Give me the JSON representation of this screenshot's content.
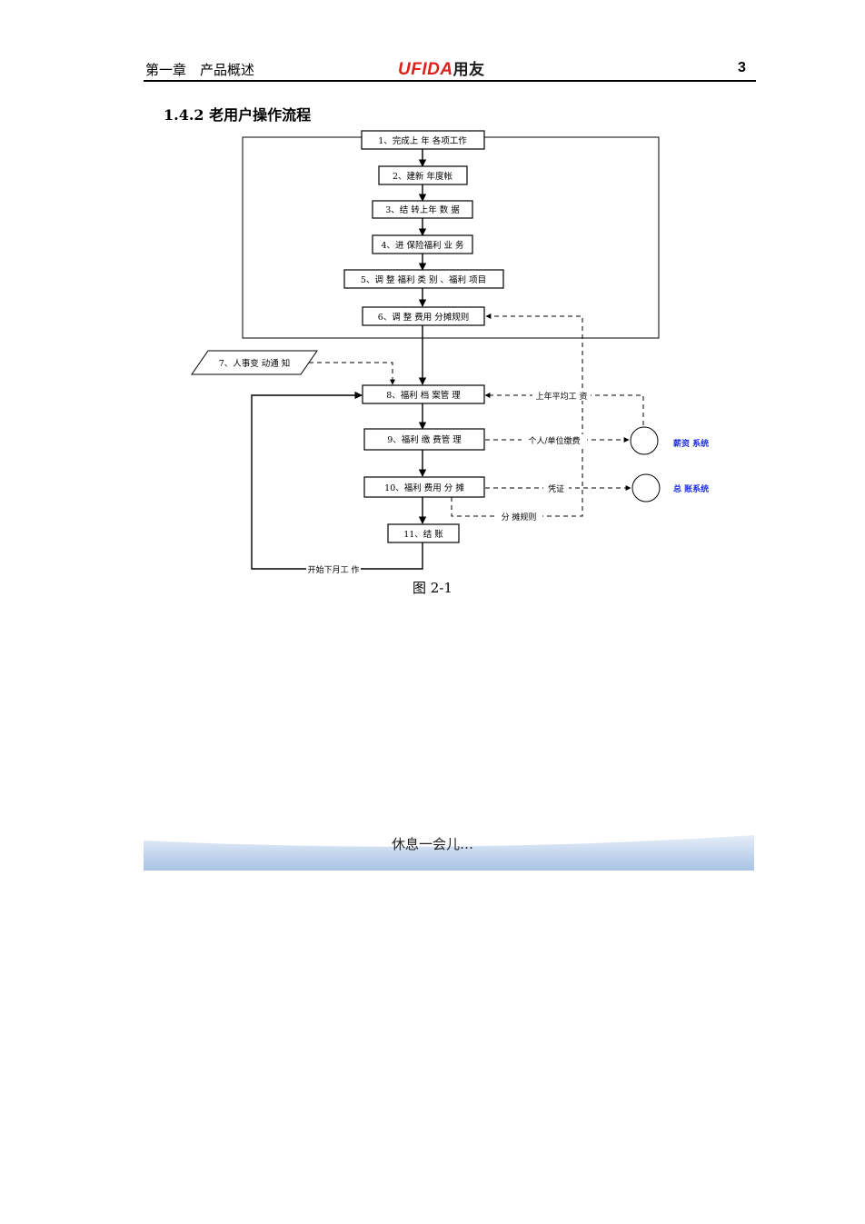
{
  "header": {
    "chapter": "第一章　产品概述",
    "logo_brand": "UFIDA",
    "logo_cn": "用友",
    "page_number": "3"
  },
  "section_title": "1.4.2  老用户操作流程",
  "flowchart": {
    "steps": [
      "1、完成上 年 各项工作",
      "2、建新 年度帐",
      "3、结 转上年 数 据",
      "4、进 保险福利 业 务",
      "5、调 整 福利 类 别 、福利 项目",
      "6、调 整 费用  分摊规则",
      "8、福利 档 案管 理",
      "9、福利 缴 费管 理",
      "10、福利 费用 分 摊",
      "11、结 账"
    ],
    "input_notice": "7、人事变 动通 知",
    "labels": {
      "last_year_salary": "上年平均工 资",
      "payment": "个人/单位缴费",
      "voucher": "凭证",
      "allocation_rule": "分 摊规则",
      "next_month": "开始下月工 作"
    },
    "external_systems": [
      "薪资 系统",
      "总 账系统"
    ]
  },
  "caption": "图 2-1",
  "footer_band_text": "休息一会儿…",
  "colors": {
    "brand_red": "#e0201b",
    "system_blue": "#1f2fe0",
    "band_blue": "#b7cdea"
  }
}
